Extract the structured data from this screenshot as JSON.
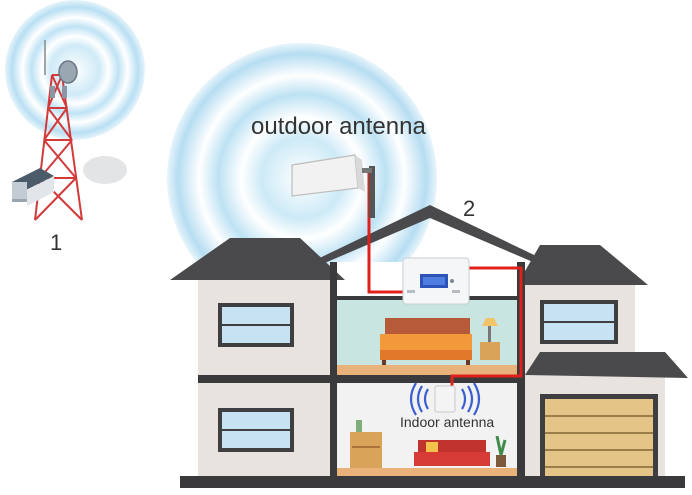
{
  "labels": {
    "tower_number": "1",
    "house_number": "2",
    "outdoor_antenna": "outdoor antenna",
    "indoor_antenna": "Indoor antenna"
  },
  "colors": {
    "signal_wave": "#bfe3f5",
    "cable": "#e0201b",
    "roof": "#4a4a4c",
    "wall": "#e9e3df",
    "tower": "#d23a3a"
  },
  "icons": [
    "cell-tower-icon",
    "outdoor-panel-antenna-icon",
    "signal-booster-icon",
    "indoor-antenna-icon",
    "bed-icon",
    "sofa-icon",
    "garage-door-icon"
  ]
}
